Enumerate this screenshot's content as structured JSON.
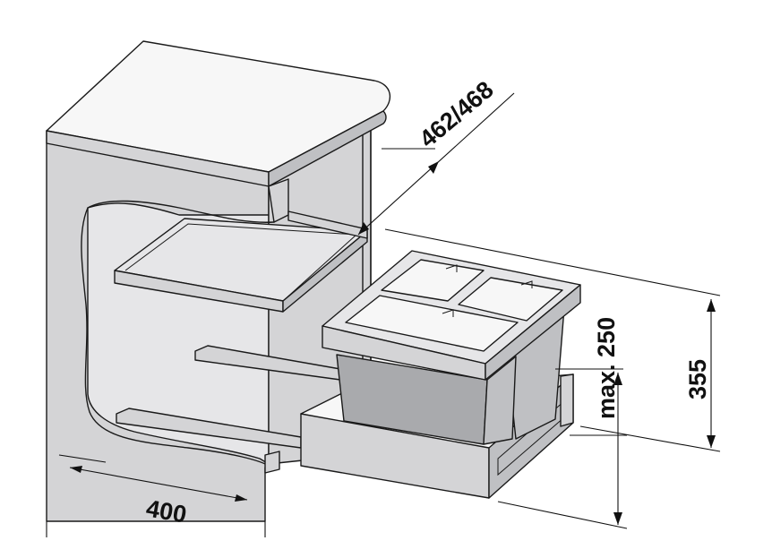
{
  "dimensions": {
    "width_label": "400",
    "depth_label": "462/468",
    "height_label": "355",
    "max_height_label": "max. 250"
  },
  "colors": {
    "line": "#1a1a1a",
    "panel": "#d4d4d6",
    "bin": "#bfc0c3",
    "background": "#ffffff"
  }
}
